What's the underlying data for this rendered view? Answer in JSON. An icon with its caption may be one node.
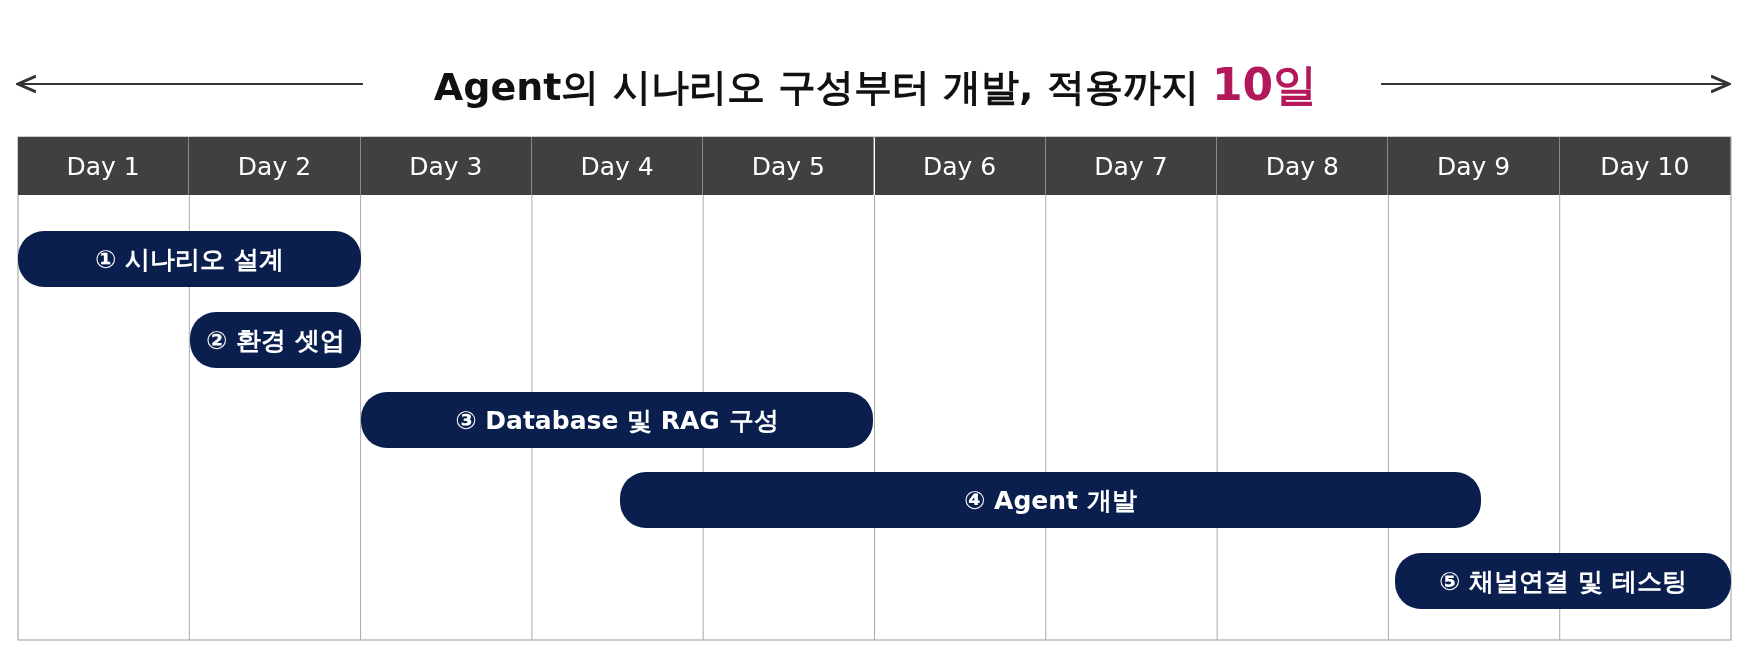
{
  "diagram": {
    "title": "Agent의 시나리오 구성부터 개발, 적용까지 10일",
    "nodes": [
      {
        "text": [
          "① 시나리오 설계"
        ]
      },
      {
        "text": [
          "② 환경 셋업"
        ]
      },
      {
        "text": [
          "③ Database 및 RAG 구성"
        ]
      },
      {
        "text": [
          "④ Agent 개발"
        ]
      },
      {
        "text": [
          "⑤ 채널연결 및 테스팅"
        ]
      }
    ],
    "labels": [
      "Day 1",
      "Day 2",
      "Day 3",
      "Day 4",
      "Day 5",
      "Day 6",
      "Day 7",
      "Day 8",
      "Day 9",
      "Day 10"
    ]
  }
}
